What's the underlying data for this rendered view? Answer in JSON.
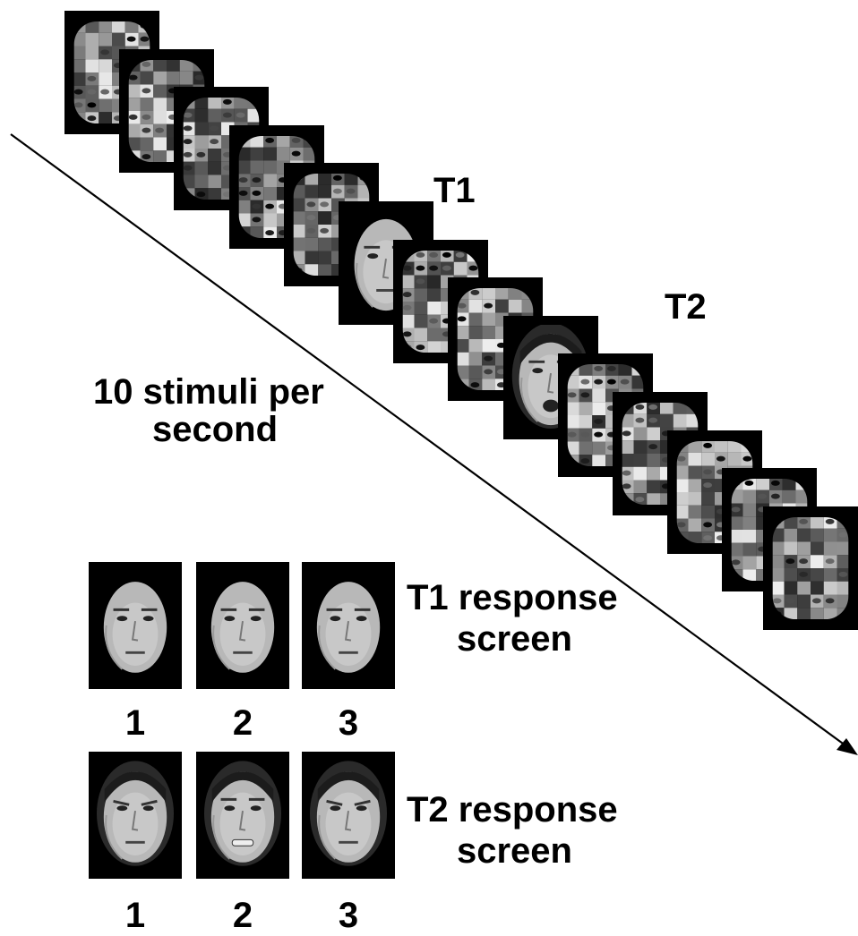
{
  "labels": {
    "t1": "T1",
    "t2": "T2",
    "rate_line1": "10 stimuli per",
    "rate_line2": "second",
    "t1_response_line1": "T1 response",
    "t1_response_line2": "screen",
    "t2_response_line1": "T2 response",
    "t2_response_line2": "screen"
  },
  "stream": {
    "frames": [
      "scrambled",
      "scrambled",
      "scrambled",
      "scrambled",
      "scrambled",
      "face-t1",
      "scrambled",
      "scrambled",
      "face-t2",
      "scrambled",
      "scrambled",
      "scrambled",
      "scrambled",
      "scrambled"
    ]
  },
  "t1_response": {
    "options": [
      "1",
      "2",
      "3"
    ]
  },
  "t2_response": {
    "options": [
      "1",
      "2",
      "3"
    ]
  }
}
